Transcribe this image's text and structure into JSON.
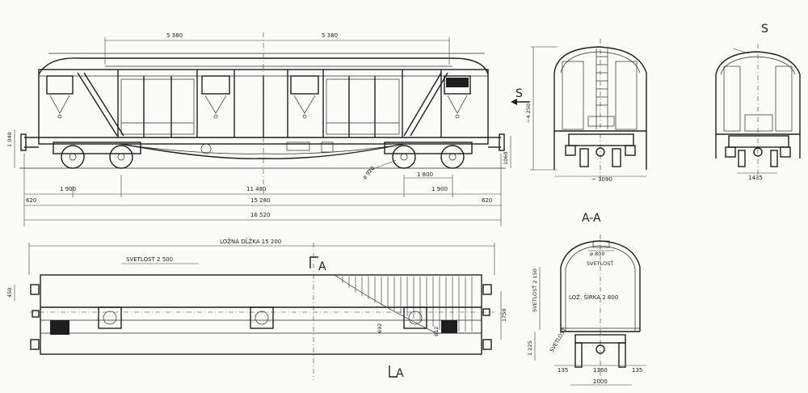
{
  "side_view": {
    "dims": {
      "half_left": "5 380",
      "half_right": "5 380",
      "wheelbase_left": "1 900",
      "bogie_centres": "11 480",
      "wheelbase_right": "1 900",
      "overhang_left": "620",
      "over_buffers_inner": "15 280",
      "overhang_right": "620",
      "over_buffers": "16 520",
      "buffer_height": "1 040",
      "coupler_height": "1060",
      "wheel_dia": "ø 920",
      "bogie_wheelbase": "1 800"
    }
  },
  "plan_view": {
    "loading_length": "LOŽNÁ DĹŽKA 15 200",
    "door_clear": "SVETLOSŤ 2 500",
    "dim_450": "450",
    "dim_1750": "1750",
    "dim_692": "692",
    "dim_612": "612",
    "section_mark": "A"
  },
  "end_view_s": {
    "height": "~4 250",
    "width": "~ 3090",
    "arrow_label": "S"
  },
  "end_view_rear": {
    "label": "S",
    "gauge": "1435"
  },
  "section_aa": {
    "title": "A-A",
    "roof_hatch": "ø 800",
    "clear_top": "SVETLOSŤ",
    "clear_height": "SVETLOSŤ 2 150",
    "floor_width": "LOŽ. ŠÍRKA 2 800",
    "floor_height": "1 225",
    "side_clear": "SVETLOSŤ",
    "dim_135_left": "135",
    "dim_1360": "1360",
    "dim_135_right": "135",
    "dim_2000": "2000"
  }
}
